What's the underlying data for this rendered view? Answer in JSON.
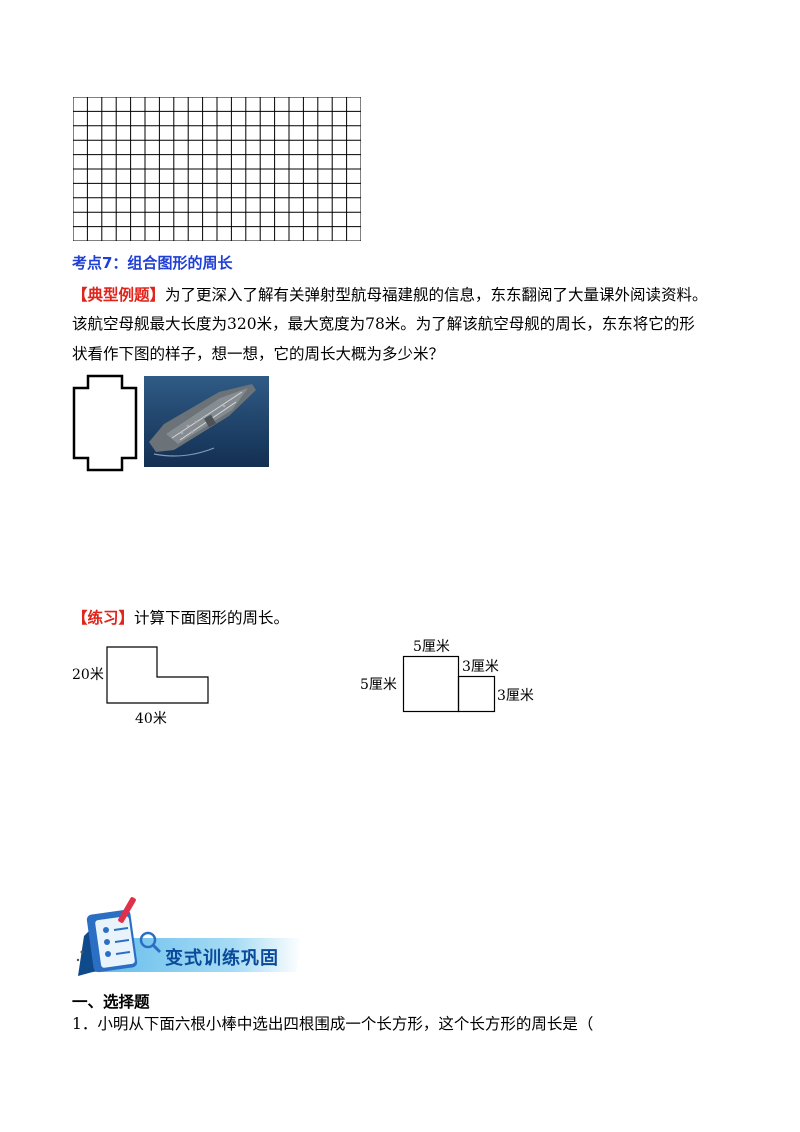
{
  "topic": {
    "title": "考点7：组合图形的周长"
  },
  "example": {
    "tag": "【典型例题】",
    "line1_rest": "为了更深入了解有关弹射型航母福建舰的信息，东东翻阅了大量课外阅读资料。",
    "line2": "该航空母舰最大长度为320米，最大宽度为78米。为了解该航空母舰的周长，东东将它的形",
    "line3": "状看作下图的样子，想一想，它的周长大概为多少米？"
  },
  "practice": {
    "tag": "【练习】",
    "text": "计算下面图形的周长。",
    "figure1": {
      "height_label": "20米",
      "width_label": "40米"
    },
    "figure2": {
      "top_label": "5厘米",
      "left_label": "5厘米",
      "small_top_label": "3厘米",
      "small_right_label": "3厘米"
    }
  },
  "banner": {
    "title": "变式训练巩固"
  },
  "section": {
    "title": "一、选择题"
  },
  "question1": {
    "text": "1．小明从下面六根小棒中选出四根围成一个长方形，这个长方形的周长是（"
  },
  "colors": {
    "heading_blue": "#1f3fd6",
    "tag_red": "#e0241b",
    "banner_blue": "#0a4a9a"
  }
}
